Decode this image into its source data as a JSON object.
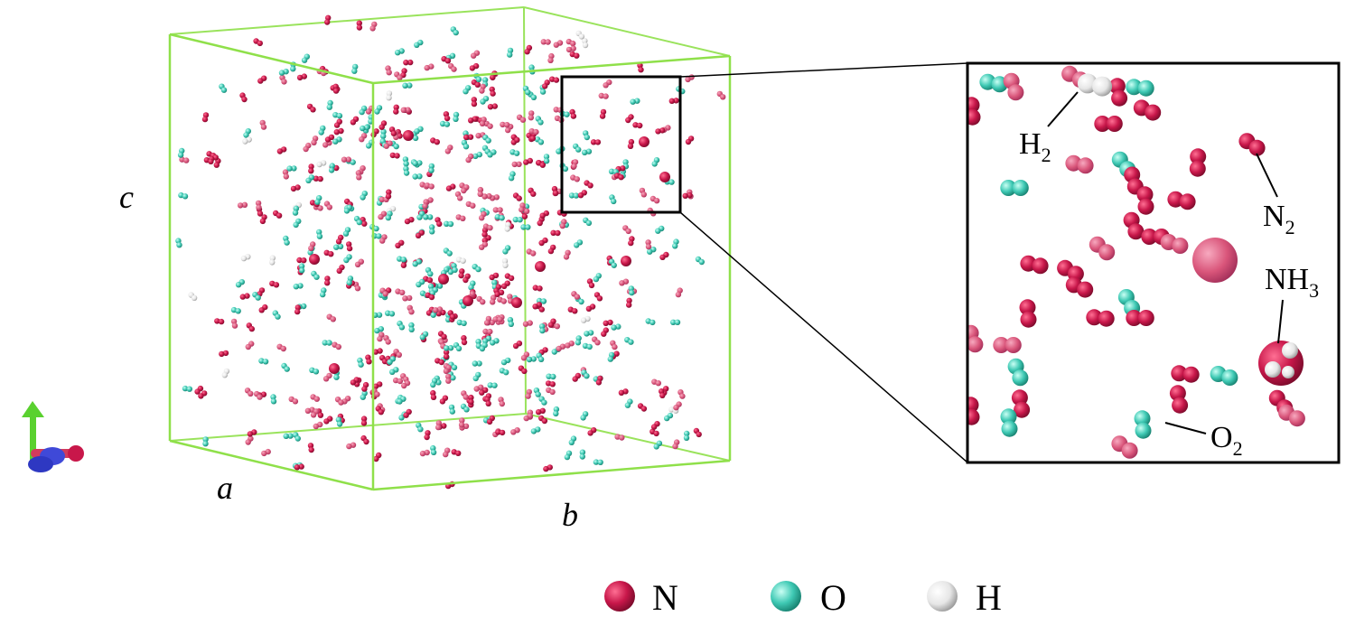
{
  "axes": {
    "a": "a",
    "b": "b",
    "c": "c"
  },
  "molecule_labels": {
    "h2": {
      "base": "H",
      "sub": "2"
    },
    "n2": {
      "base": "N",
      "sub": "2"
    },
    "nh3": {
      "base": "NH",
      "sub": "3"
    },
    "o2": {
      "base": "O",
      "sub": "2"
    }
  },
  "legend": [
    {
      "label": "N",
      "color": "#c8174a"
    },
    {
      "label": "O",
      "color": "#3fc9b4"
    },
    {
      "label": "H",
      "color": "#e8e8e8"
    }
  ],
  "colors": {
    "box_edge": "#8fe04a",
    "nitrogen": "#c8174a",
    "nitrogen_light": "#d9557a",
    "oxygen": "#3fc9b4",
    "hydrogen": "#e8e8e8",
    "frame": "#000000"
  },
  "icons": {
    "orientation_triad": "axis-triad-icon"
  }
}
